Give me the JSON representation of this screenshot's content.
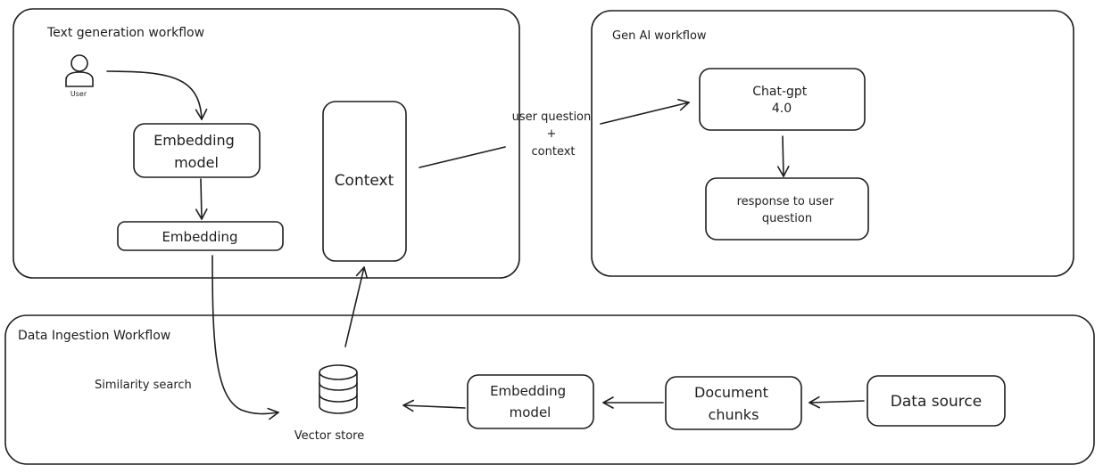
{
  "groups": {
    "text_generation": {
      "title": "Text generation workflow"
    },
    "gen_ai": {
      "title": "Gen AI workflow"
    },
    "data_ingestion": {
      "title": "Data Ingestion Workflow"
    }
  },
  "nodes": {
    "user": "User",
    "embedding_model_top": [
      "Embedding",
      "model"
    ],
    "embedding": "Embedding",
    "context": "Context",
    "chatgpt": [
      "Chat-gpt",
      "4.0"
    ],
    "response": [
      "response to user",
      "question"
    ],
    "vector_store": "Vector store",
    "embedding_model_bottom": [
      "Embedding",
      "model"
    ],
    "document_chunks": [
      "Document",
      "chunks"
    ],
    "data_source": "Data source"
  },
  "edge_labels": {
    "to_llm": [
      "user question",
      "+",
      "context"
    ],
    "similarity": "Similarity search"
  },
  "colors": {
    "stroke": "#1e1e1e",
    "background": "#ffffff"
  }
}
